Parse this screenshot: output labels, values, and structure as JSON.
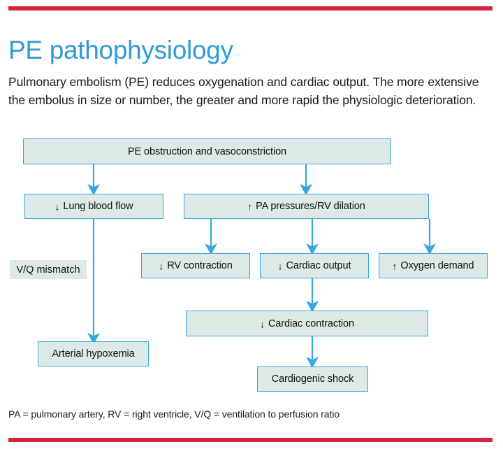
{
  "header": {
    "title": "PE pathophysiology",
    "intro": "Pulmonary embolism (PE) reduces oxygenation and cardiac output. The more extensive the embolus in size or number, the greater and more rapid the physiologic deterioration.",
    "rule_color": "#d8223c",
    "title_color": "#2e9bd6"
  },
  "diagram": {
    "box_fill": "#dce9e7",
    "box_border": "#3aa6dd",
    "connector_color": "#3aa6dd",
    "arrow_down_glyph": "↓",
    "arrow_up_glyph": "↑",
    "nodes": {
      "obstruction": {
        "label": "PE obstruction and vasoconstriction",
        "trend": ""
      },
      "lung_blood_flow": {
        "label": "Lung blood flow",
        "trend": "down"
      },
      "pa_pressures": {
        "label": "PA pressures/RV dilation",
        "trend": "up"
      },
      "vq_mismatch": {
        "label": "V/Q mismatch",
        "trend": ""
      },
      "rv_contraction": {
        "label": "RV contraction",
        "trend": "down"
      },
      "cardiac_output": {
        "label": "Cardiac output",
        "trend": "down"
      },
      "oxygen_demand": {
        "label": "Oxygen demand",
        "trend": "up"
      },
      "cardiac_contraction": {
        "label": "Cardiac contraction",
        "trend": "down"
      },
      "arterial_hypoxemia": {
        "label": "Arterial hypoxemia",
        "trend": ""
      },
      "cardiogenic_shock": {
        "label": "Cardiogenic shock",
        "trend": ""
      }
    }
  },
  "footnote": "PA = pulmonary artery, RV = right ventricle, V/Q = ventilation to perfusion ratio"
}
